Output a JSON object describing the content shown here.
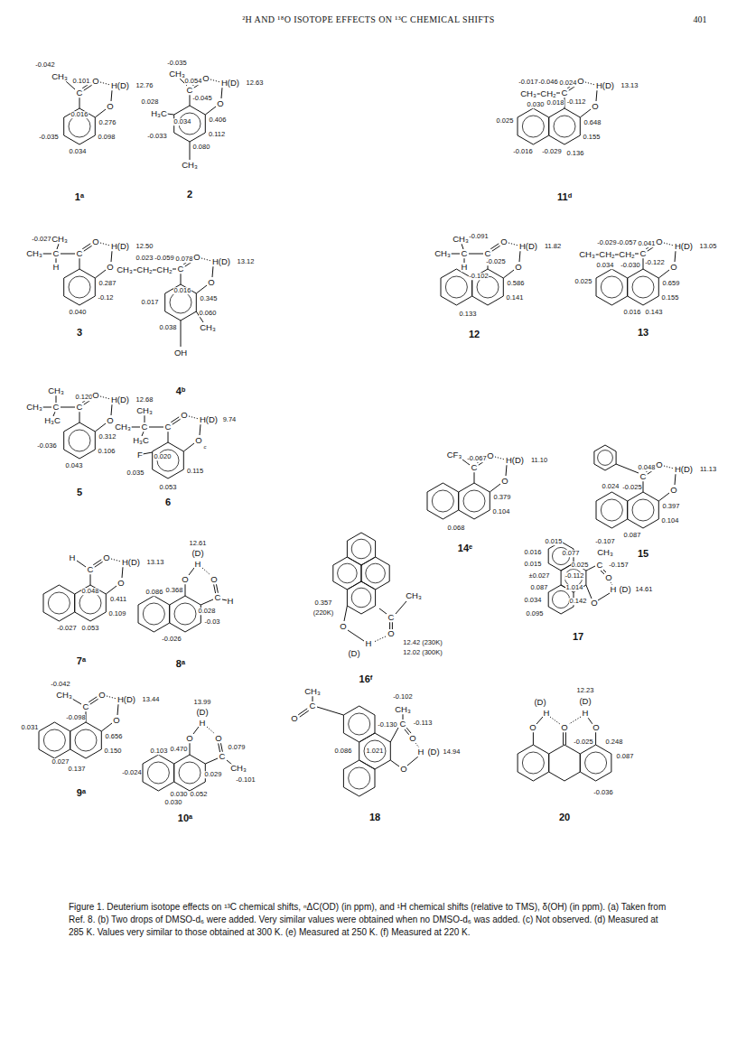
{
  "diagram": {
    "title": "²H AND ¹⁸O ISOTOPE EFFECTS ON ¹³C CHEMICAL SHIFTS",
    "caption": "Figure 1. Deuterium isotope effects on ¹³C chemical shifts, ⁿΔC(OD) (in ppm), and ¹H chemical shifts (relative to TMS), δ(OH) (in ppm). (a) Taken from Ref. 8. (b) Two drops of DMSO-d₆ were added. Very similar values were obtained when no DMSO-d₆ was added. (c) Not observed. (d) Measured at 285 K. Values very similar to those obtained at 300 K. (e) Measured at 250 K. (f) Measured at 220 K.",
    "labels": [
      "401",
      "-0.042",
      "CH₃",
      "0.101",
      "C",
      "O",
      "H(D)",
      "12.76",
      "0.016",
      "O",
      "0.276",
      "0.098",
      "-0.035",
      "0.034",
      "1ᵃ",
      "-0.035",
      "CH₃",
      "0.054",
      "C",
      "O",
      "H(D)",
      "12.63",
      "0.028",
      "H₃C",
      "-0.045",
      "O",
      "0.034",
      "0.406",
      "-0.033",
      "0.112",
      "0.080",
      "CH₃",
      "2",
      "-0.017",
      "-0.046",
      "CH₃",
      "CH₂",
      "0.024",
      "C",
      "O",
      "H(D)",
      "13.13",
      "0.030",
      "0.018",
      "-0.112",
      "O",
      "0.025",
      "0.648",
      "0.155",
      "-0.016",
      "-0.029",
      "0.136",
      "11ᵈ",
      "-0.027",
      "CH₃",
      "CH₃",
      "C",
      "C",
      "O",
      "H(D)",
      "12.50",
      "H",
      "O",
      "0.287",
      "-0.12",
      "0.040",
      "3",
      "0.023",
      "-0.059",
      "CH₃",
      "CH₂",
      "CH₂",
      "0.078",
      "C",
      "O",
      "H(D)",
      "13.12",
      "0.016",
      "O",
      "0.017",
      "0.345",
      "0.060",
      "0.038",
      "CH₃",
      "OH",
      "4ᵇ",
      "CH₃",
      "-0.091",
      "CH₃",
      "C",
      "C",
      "-0.025",
      "O",
      "H(D)",
      "11.82",
      "H",
      "-0.102",
      "O",
      "0.586",
      "0.141",
      "0.133",
      "12",
      "-0.029",
      "-0.057",
      "CH₃",
      "CH₂",
      "CH₂",
      "0.041",
      "C",
      "O",
      "H(D)",
      "13.05",
      "0.034",
      "-0.030",
      "-0.122",
      "O",
      "0.025",
      "0.659",
      "0.155",
      "0.016",
      "0.143",
      "13",
      "CH₃",
      "CH₃",
      "C",
      "0.120",
      "O",
      "H(D)",
      "12.68",
      "H₃C",
      "C",
      "O",
      "0.312",
      "-0.036",
      "0.106",
      "0.043",
      "5",
      "CH₃",
      "CH₃",
      "C",
      "C",
      "O",
      "H(D)",
      "9.74",
      "H₃C",
      "F",
      "0.020",
      "0.035",
      "O",
      "c",
      "0.115",
      "0.053",
      "6",
      "CF₃",
      "-0.067",
      "O",
      "H(D)",
      "11.10",
      "C",
      "O",
      "0.379",
      "0.104",
      "0.068",
      "14ᵉ",
      "0.048",
      "O",
      "H(D)",
      "11.13",
      "C",
      "0.024",
      "-0.025",
      "O",
      "0.397",
      "0.104",
      "0.087",
      "15",
      "H",
      "C",
      "O",
      "H(D)",
      "13.13",
      "0.048",
      "O",
      "0.411",
      "0.109",
      "-0.027",
      "0.053",
      "7ᵃ",
      "12.61",
      "(D)",
      "H",
      "O",
      "O",
      "0.086",
      "0.368",
      "C",
      "0.028",
      "H",
      "-0.03",
      "-0.026",
      "8ᵃ",
      "CH₃",
      "C",
      "0.357",
      "(220K)",
      "O",
      "O",
      "H",
      "(D)",
      "12.42 (230K)",
      "12.02 (300K)",
      "16ᶠ",
      "0.015",
      "-0.107",
      "0.016",
      "0.077",
      "CH₃",
      "0.015",
      "0.025",
      "C",
      "-0.157",
      "±0.027",
      "-0.112",
      "O",
      "0.087",
      "1.014",
      "H",
      "(D)",
      "14.61",
      "0.034",
      "0.142",
      "O",
      "0.095",
      "17",
      "-0.042",
      "CH₃",
      "C",
      "O",
      "H(D)",
      "13.44",
      "0.031",
      "-0.098",
      "O",
      "0.656",
      "0.150",
      "0.027",
      "0.137",
      "9ᵃ",
      "13.99",
      "(D)",
      "H",
      "O",
      "O",
      "0.103",
      "0.470",
      "C",
      "0.079",
      "CH₃",
      "-0.101",
      "0.029",
      "-0.024",
      "0.030",
      "0.052",
      "0.030",
      "10ᵃ",
      "CH₃",
      "C",
      "O",
      "-0.102",
      "CH₃",
      "-0.113",
      "C",
      "-0.130",
      "O",
      "0.086",
      "1.021",
      "H",
      "(D)",
      "14.94",
      "O",
      "18",
      "(D)",
      "H",
      "12.23",
      "(D)",
      "H",
      "O",
      "O",
      "O",
      "-0.025",
      "0.248",
      "0.087",
      "-0.036",
      "20"
    ]
  }
}
